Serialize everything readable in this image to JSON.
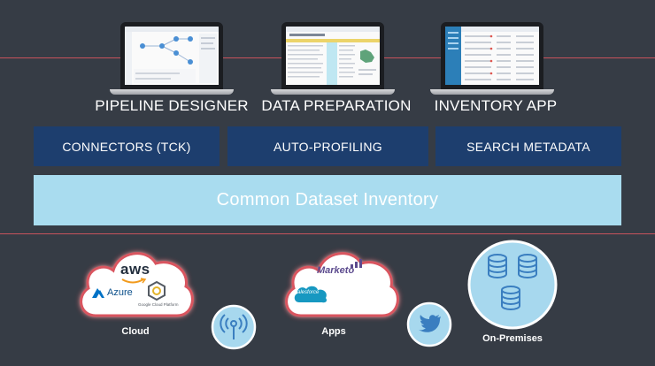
{
  "apps": [
    {
      "label": "PIPELINE DESIGNER"
    },
    {
      "label": "DATA PREPARATION"
    },
    {
      "label": "INVENTORY APP"
    }
  ],
  "services": [
    {
      "label": "CONNECTORS (TCK)"
    },
    {
      "label": "AUTO-PROFILING"
    },
    {
      "label": "SEARCH METADATA"
    }
  ],
  "inventory": {
    "label": "Common Dataset Inventory"
  },
  "sources": {
    "cloud": {
      "label": "Cloud",
      "logos": {
        "aws": "aws",
        "azure": "Azure",
        "gcp": "Google Cloud Platform"
      }
    },
    "apps": {
      "label": "Apps",
      "logos": {
        "marketo": "Marketo",
        "salesforce": "salesforce"
      }
    },
    "onprem": {
      "label": "On-Premises"
    }
  },
  "icons": [
    "antenna-icon",
    "twitter-bird-icon",
    "database-icon"
  ],
  "colors": {
    "background": "#363c45",
    "divider": "#c8535c",
    "service_box": "#1d3e6e",
    "inventory_bar": "#a9dcef",
    "icon_circle": "#a7d8ee",
    "icon_stroke": "#3a7ec0",
    "cloud_glow": "#d9545e"
  }
}
